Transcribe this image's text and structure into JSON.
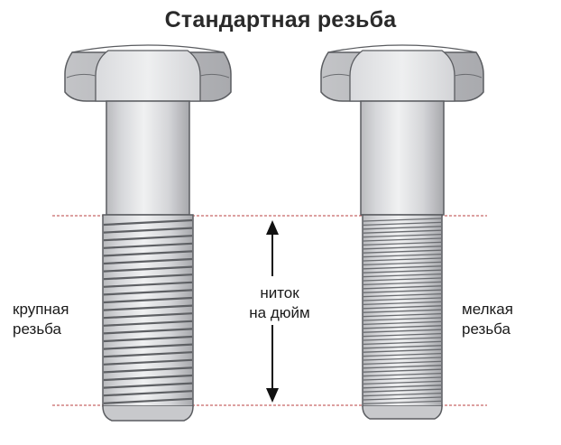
{
  "title": "Стандартная резьба",
  "labels": {
    "coarse": [
      "крупная",
      "резьба"
    ],
    "tpi": [
      "ниток",
      "на дюйм"
    ],
    "fine": [
      "мелкая",
      "резьба"
    ]
  },
  "colors": {
    "guide_line": "#b84040",
    "arrow": "#111111",
    "metal_light": "#e4e5e7",
    "metal_mid": "#c9cacd",
    "metal_dark": "#8e9094",
    "outline": "#5a5c60"
  },
  "bolts": [
    {
      "name": "coarse-thread-bolt",
      "thread": "coarse"
    },
    {
      "name": "fine-thread-bolt",
      "thread": "fine"
    }
  ]
}
